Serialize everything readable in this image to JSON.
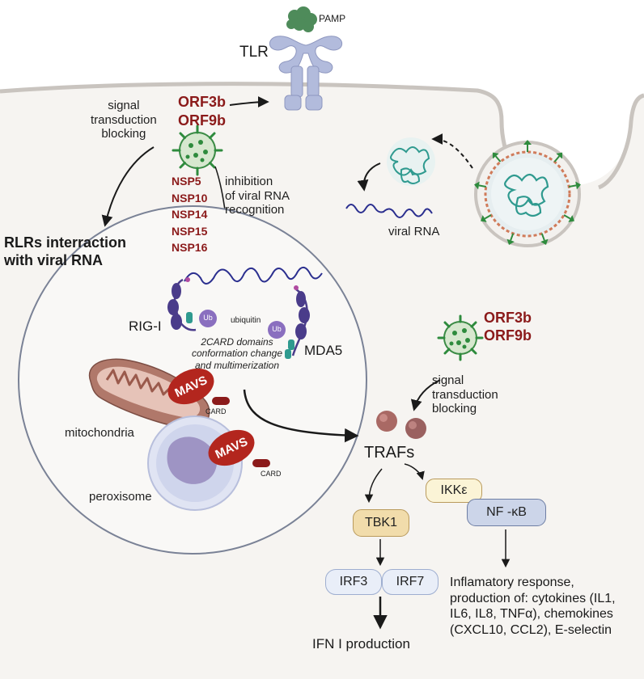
{
  "labels": {
    "pamp": "PAMP",
    "tlr": "TLR",
    "signal_blocking_top": [
      "signal",
      "transduction",
      "blocking"
    ],
    "orf3b": "ORF3b",
    "orf9b": "ORF9b",
    "nsp": [
      "NSP5",
      "NSP10",
      "NSP14",
      "NSP15",
      "NSP16"
    ],
    "inhibition": [
      "inhibition",
      "of viral RNA",
      "recognition"
    ],
    "viral_rna": "viral RNA",
    "rlrs_title": [
      "RLRs interraction",
      "with viral RNA"
    ],
    "rig_i": "RIG-I",
    "ub": "Ub",
    "ubiquitin": "ubiquitin",
    "mda5": "MDA5",
    "card_change": [
      "2CARD domains",
      "conformation change",
      "and multimerization"
    ],
    "mavs": "MAVS",
    "card": "CARD",
    "mitochondria": "mitochondria",
    "peroxisome": "peroxisome",
    "orf3b_2": "ORF3b",
    "orf9b_2": "ORF9b",
    "signal_blocking_right": [
      "signal",
      "transduction",
      "blocking"
    ],
    "trafs": "TRAFs",
    "ikke": "IKKε",
    "nfkb": "NF -κB",
    "tbk1": "TBK1",
    "irf3": "IRF3",
    "irf7": "IRF7",
    "ifn": "IFN I production",
    "inflammatory": [
      "Inflamatory response,",
      "production of: cytokines (IL1,",
      "IL6, IL8, TNFα), chemokines",
      "(CXCL10, CCL2), E-selectin"
    ]
  },
  "colors": {
    "cytoplasm": "#f6f4f1",
    "membrane": "#c9c4bf",
    "orf_red": "#8b1a1a",
    "mavs_red": "#b3261e",
    "virus_green": "#2e8b3d",
    "rna_blue": "#2b2f8f",
    "rlr_purple": "#4a3c8a",
    "teal": "#2f9a8f",
    "tlr": "#b2bbdc",
    "pamp": "#4e8b5a",
    "mito": "#b0786a",
    "perox": "#c9c9e6",
    "traf": "#a96964"
  },
  "icons": [
    "pamp-blob-icon",
    "tlr-receptor-icon",
    "coronavirus-icon",
    "viral-rna-icon",
    "endosome-virus-icon",
    "rig-i-icon",
    "mda5-icon",
    "ubiquitin-icon",
    "mitochondria-icon",
    "peroxisome-icon",
    "traf-protein-icon"
  ]
}
